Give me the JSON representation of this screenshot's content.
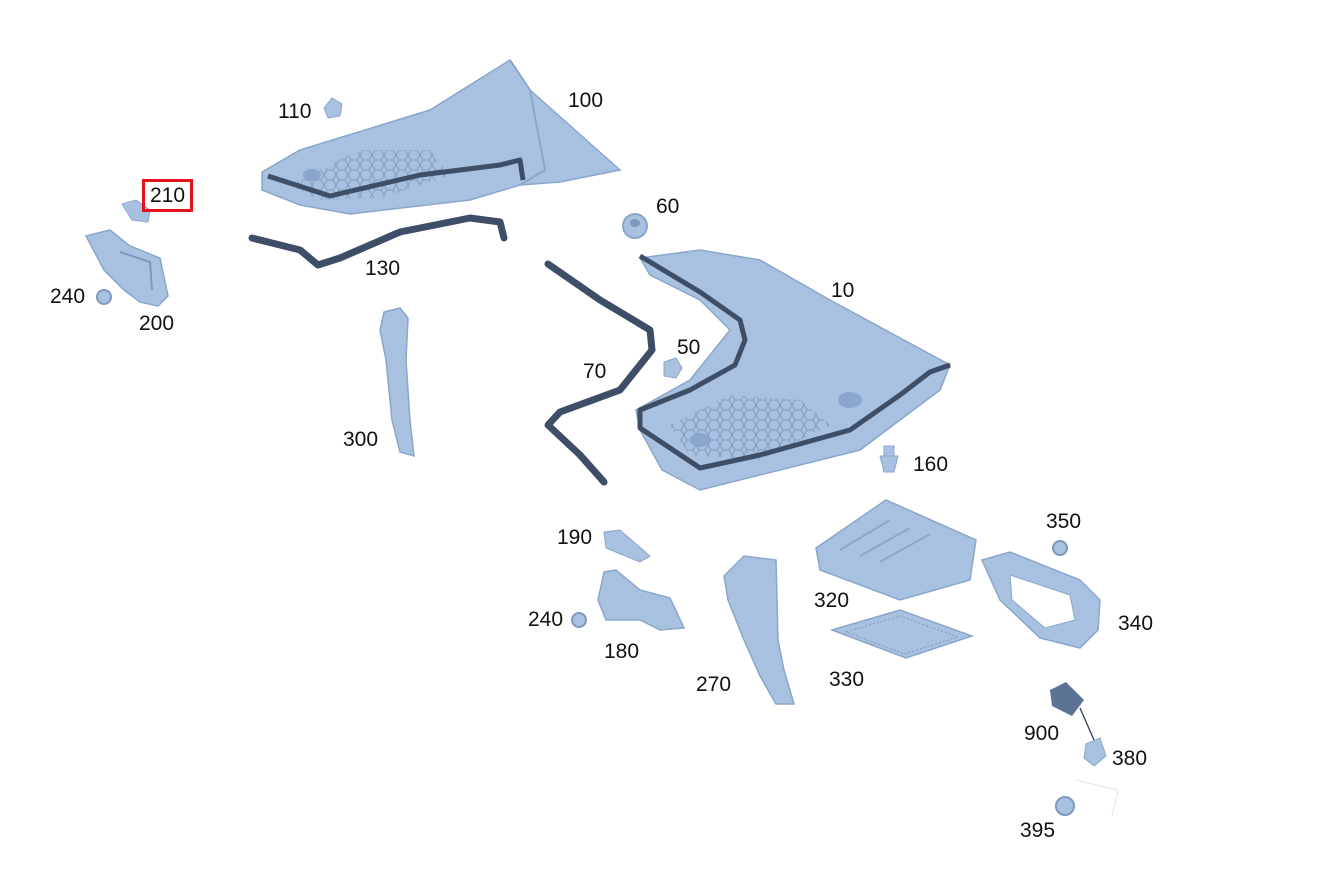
{
  "diagram": {
    "highlight_color": "#e3121b",
    "part_fill": "#a9c1e0",
    "part_shade": "#8aa6cc",
    "part_dark": "#5d7396",
    "seal_color": "#3e4e66",
    "callouts": [
      {
        "id": "c110",
        "label": "110"
      },
      {
        "id": "c100",
        "label": "100"
      },
      {
        "id": "c210",
        "label": "210",
        "highlighted": true
      },
      {
        "id": "c60",
        "label": "60"
      },
      {
        "id": "c240a",
        "label": "240"
      },
      {
        "id": "c130",
        "label": "130"
      },
      {
        "id": "c200",
        "label": "200"
      },
      {
        "id": "c10",
        "label": "10"
      },
      {
        "id": "c50",
        "label": "50"
      },
      {
        "id": "c70",
        "label": "70"
      },
      {
        "id": "c300",
        "label": "300"
      },
      {
        "id": "c160",
        "label": "160"
      },
      {
        "id": "c350",
        "label": "350"
      },
      {
        "id": "c190",
        "label": "190"
      },
      {
        "id": "c320",
        "label": "320"
      },
      {
        "id": "c240b",
        "label": "240"
      },
      {
        "id": "c340",
        "label": "340"
      },
      {
        "id": "c180",
        "label": "180"
      },
      {
        "id": "c330",
        "label": "330"
      },
      {
        "id": "c270",
        "label": "270"
      },
      {
        "id": "c900",
        "label": "900"
      },
      {
        "id": "c380",
        "label": "380"
      },
      {
        "id": "c395",
        "label": "395"
      }
    ]
  }
}
